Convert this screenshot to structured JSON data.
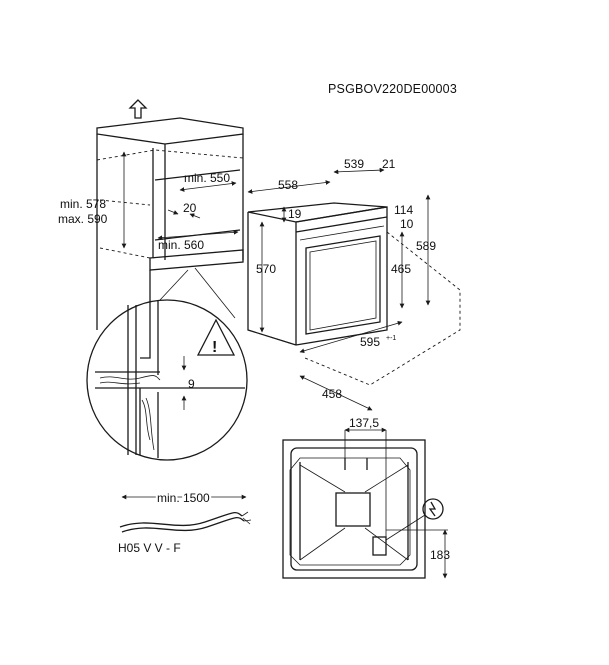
{
  "diagram": {
    "model_code": "PSGBOV220DE00003",
    "dimensions": {
      "cabinet_min_height": "min. 578",
      "cabinet_max_height": "max. 590",
      "niche_min_depth": "min. 550",
      "niche_min_width": "min. 560",
      "ventilation_gap": "20",
      "oven_depth_total": "558",
      "oven_body_depth": "539",
      "front_panel": "21",
      "top_offset": "19",
      "top_right_offset": "114",
      "side_offset": "10",
      "oven_height_front": "570",
      "door_height": "465",
      "oven_total_height": "589",
      "oven_width": "595",
      "oven_width_tolerance": "+-1",
      "door_depth": "458",
      "connection_offset": "137,5",
      "connection_height": "183",
      "detail_gap": "9",
      "cable_length": "min. 1500",
      "cable_type": "H05 V V - F"
    }
  }
}
